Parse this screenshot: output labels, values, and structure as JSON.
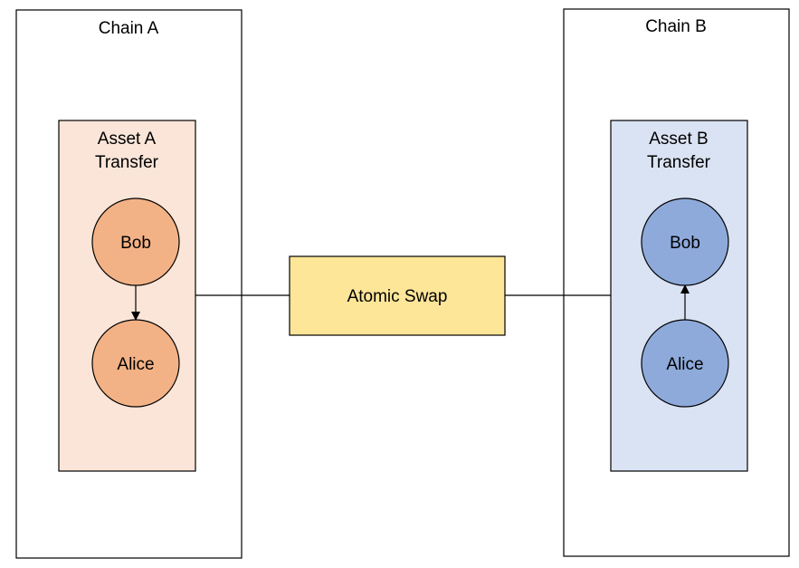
{
  "chains": [
    {
      "title": "Chain A",
      "transfer": {
        "title_line1": "Asset A",
        "title_line2": "Transfer",
        "nodes": {
          "top": "Bob",
          "bottom": "Alice"
        },
        "direction": "Bob to Alice",
        "fill": "#fae5d8",
        "node_fill": "#f3b286"
      }
    },
    {
      "title": "Chain B",
      "transfer": {
        "title_line1": "Asset B",
        "title_line2": "Transfer",
        "nodes": {
          "top": "Bob",
          "bottom": "Alice"
        },
        "direction": "Alice to Bob",
        "fill": "#dae3f3",
        "node_fill": "#8eaadb"
      }
    }
  ],
  "swap": {
    "label": "Atomic Swap",
    "fill": "#fee699"
  }
}
